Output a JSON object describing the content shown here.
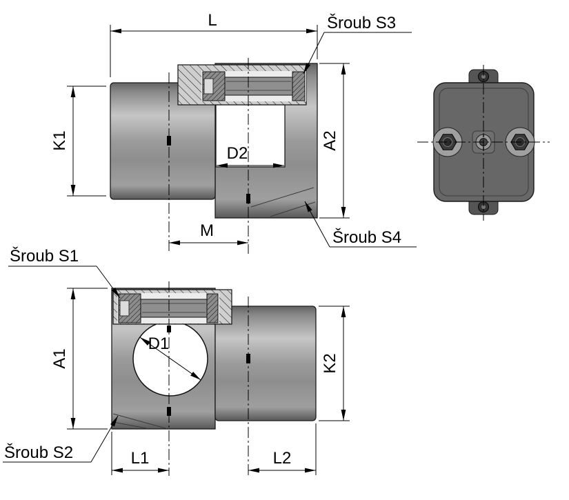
{
  "diagram": {
    "dimension_labels": {
      "L": "L",
      "K1": "K1",
      "A2": "A2",
      "D2": "D2",
      "M": "M",
      "A1": "A1",
      "D1": "D1",
      "K2": "K2",
      "L1": "L1",
      "L2": "L2"
    },
    "screw_callouts": {
      "s1": "Šroub S1",
      "s2": "Šroub S2",
      "s3": "Šroub S3",
      "s4": "Šroub S4"
    },
    "colors": {
      "background": "#ffffff",
      "line": "#000000",
      "body_light": "#c6c6c6",
      "body_mid": "#9b9b9b",
      "body_dark": "#5a5a5a",
      "end_view_body": "#676767",
      "hatch_fill": "#cfcfcf"
    }
  }
}
